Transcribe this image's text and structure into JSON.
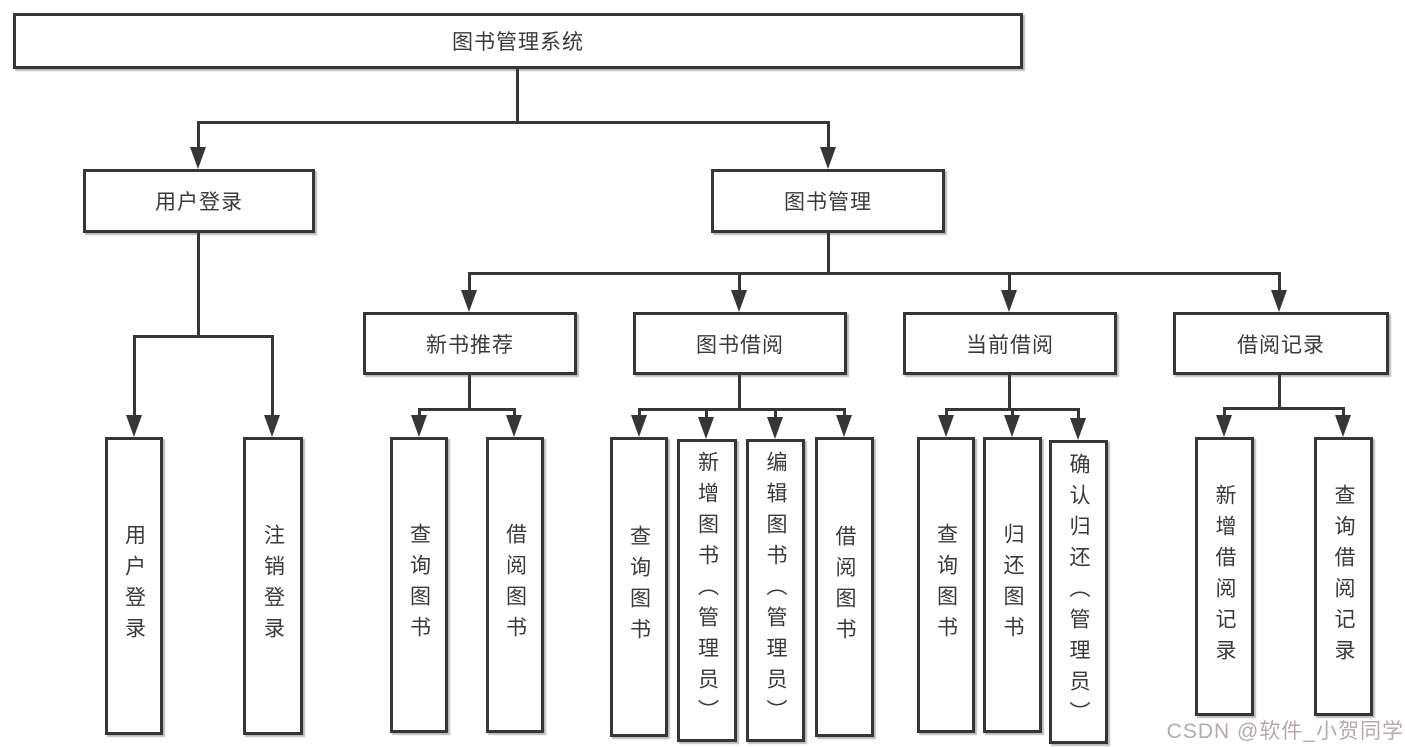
{
  "root": {
    "label": "图书管理系统"
  },
  "branches": [
    {
      "id": "user-login",
      "label": "用户登录",
      "children": [
        {
          "label": "用户登录"
        },
        {
          "label": "注销登录"
        }
      ]
    },
    {
      "id": "book-management",
      "label": "图书管理",
      "children": [
        {
          "label": "新书推荐",
          "children": [
            {
              "label": "查询图书"
            },
            {
              "label": "借阅图书"
            }
          ]
        },
        {
          "label": "图书借阅",
          "children": [
            {
              "label": "查询图书"
            },
            {
              "label": "新增图书（管理员）"
            },
            {
              "label": "编辑图书（管理员）"
            },
            {
              "label": "借阅图书"
            }
          ]
        },
        {
          "label": "当前借阅",
          "children": [
            {
              "label": "查询图书"
            },
            {
              "label": "归还图书"
            },
            {
              "label": "确认归还（管理员）"
            }
          ]
        },
        {
          "label": "借阅记录",
          "children": [
            {
              "label": "新增借阅记录"
            },
            {
              "label": "查询借阅记录"
            }
          ]
        }
      ]
    }
  ],
  "watermark": {
    "text": "CSDN @软件_小贺同学"
  },
  "colors": {
    "line": "#363636",
    "text": "#3a3a3a",
    "background": "#ffffff",
    "watermark": "#b5a9a9"
  }
}
